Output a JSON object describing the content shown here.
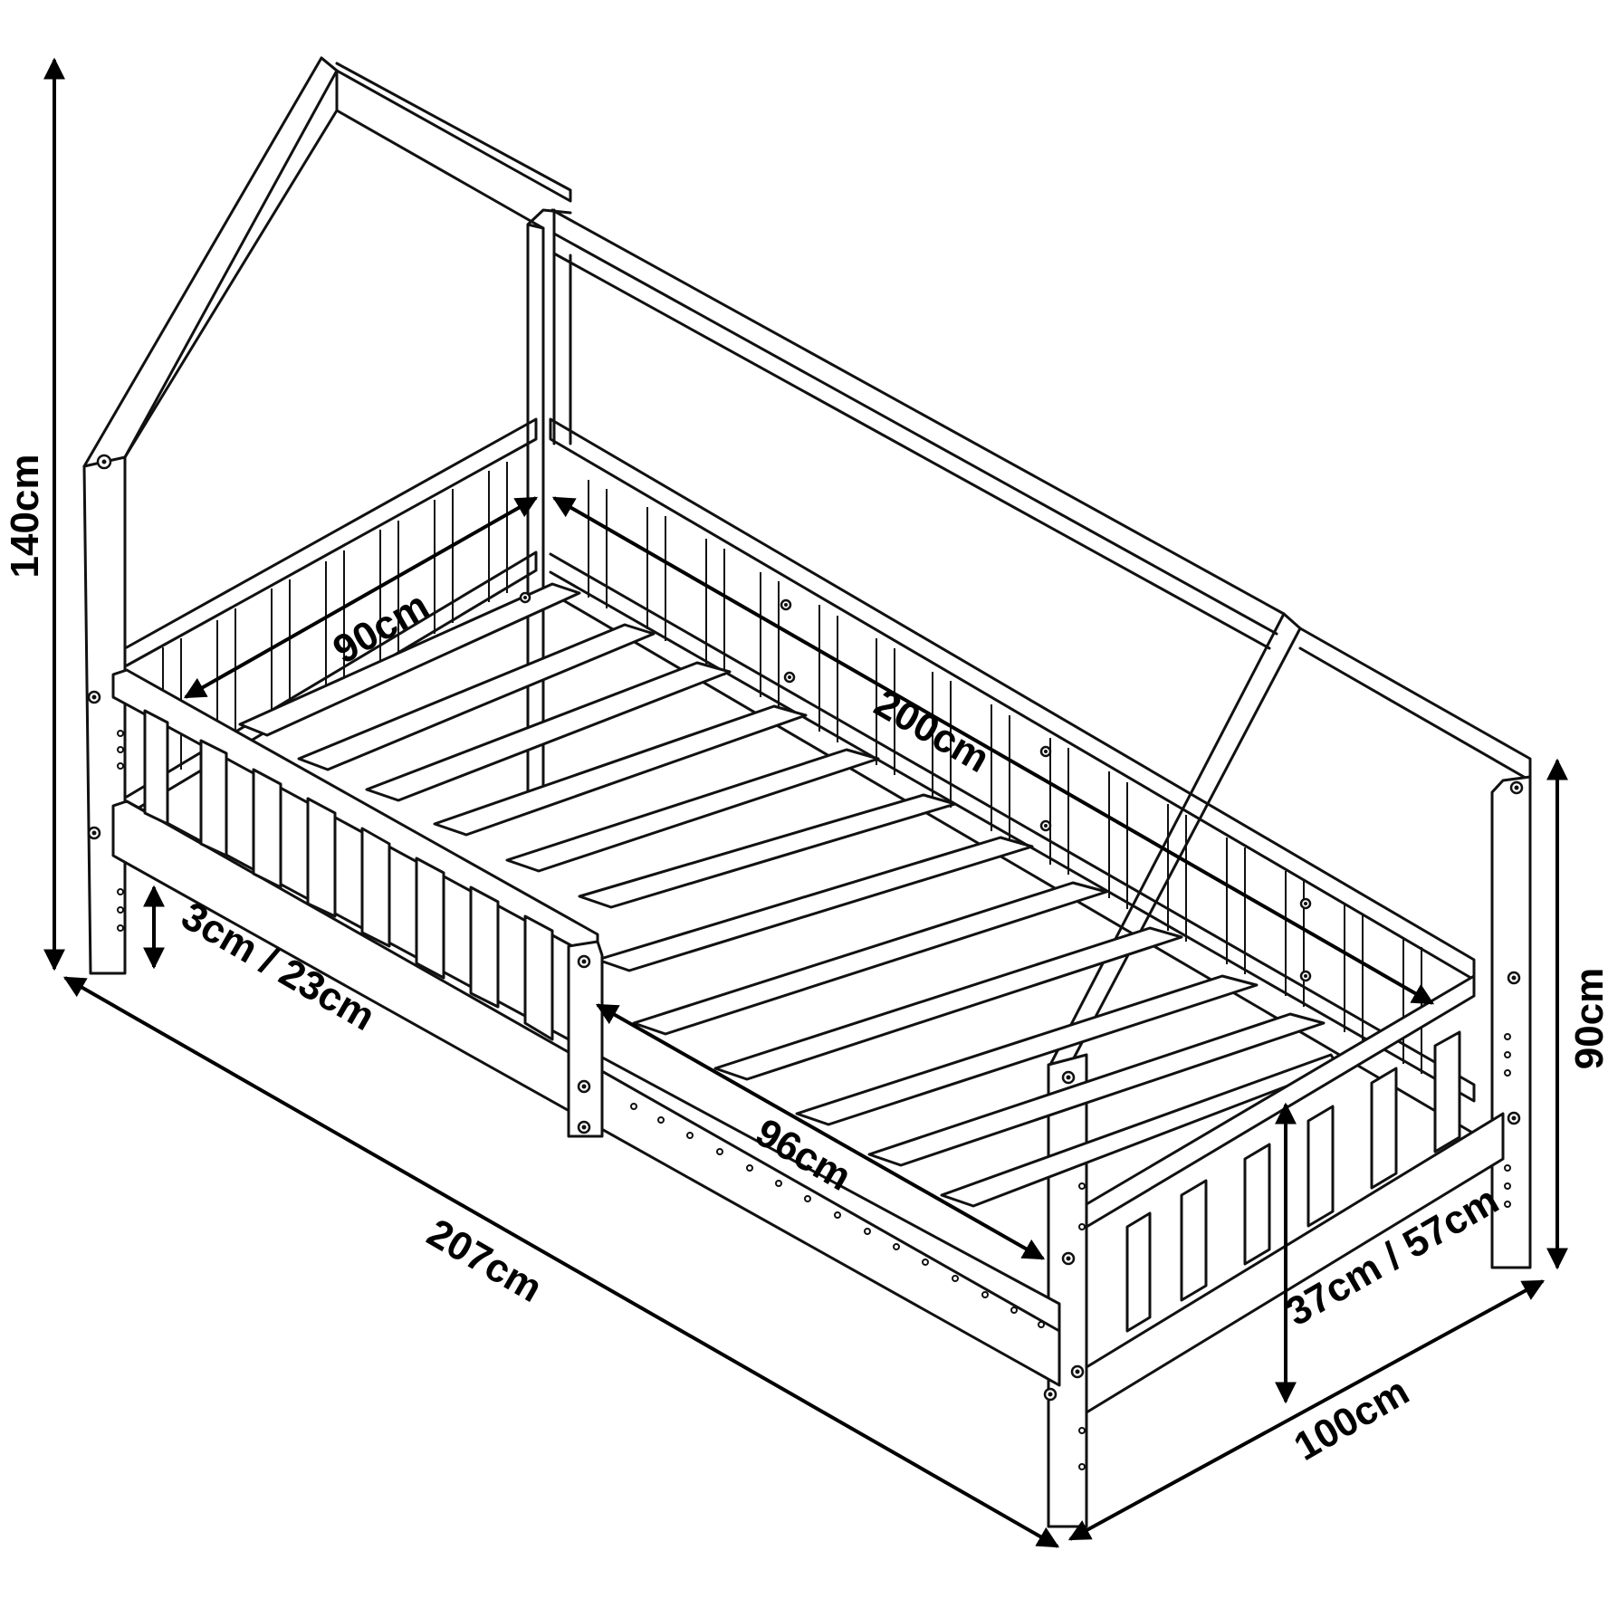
{
  "dimensions": {
    "total_height": "140cm",
    "depth_90": "90cm",
    "inner_length": "200cm",
    "fall_guard_clearance": "3cm / 23cm",
    "total_length": "207cm",
    "entry_opening": "96cm",
    "rail_height": "37cm / 57cm",
    "total_width": "100cm",
    "side_height": "90cm"
  },
  "colors": {
    "line": "#111111",
    "background": "#ffffff"
  }
}
